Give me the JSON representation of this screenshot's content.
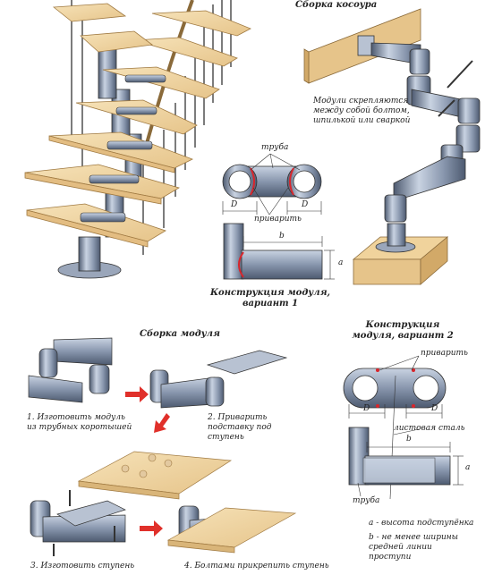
{
  "titles": {
    "stringer_assembly": "Сборка косоура",
    "module_assembly": "Сборка модуля",
    "module_construction_v1": "Конструкция модуля, вариант 1",
    "module_construction_v2": "Конструкция модуля, вариант 2"
  },
  "notes": {
    "modules_fastened": "Модули скрепляются между собой болтом, шпилькой или сваркой"
  },
  "variant1": {
    "pipe_label": "труба",
    "weld_label": "приварить",
    "dim_d1": "D",
    "dim_d2": "D",
    "dim_b": "b",
    "dim_a": "a"
  },
  "variant2": {
    "weld_label": "приварить",
    "dim_d1": "D",
    "dim_d2": "D",
    "sheet_label": "листовая сталь",
    "dim_b": "b",
    "dim_a": "a",
    "pipe_label": "труба",
    "legend_a": "a - высота подступёнка",
    "legend_b": "b - не менее ширины средней линии проступи"
  },
  "steps": {
    "step1": "1. Изготовить модуль из трубных коротышей",
    "step2": "2. Приварить подставку под ступень",
    "step3": "3. Изготовить ступень",
    "step4": "4. Болтами прикрепить ступень"
  },
  "colors": {
    "steel_light": "#c9d3e2",
    "steel_mid": "#8896ad",
    "steel_dark": "#4d5a70",
    "wood": "#f2d9a8",
    "wood_edge": "#d9b579",
    "weld_red": "#d8262c",
    "arrow_red": "#e0302a"
  }
}
